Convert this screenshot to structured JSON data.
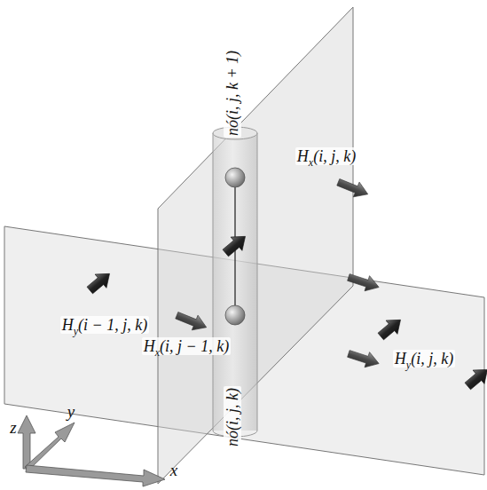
{
  "diagram": {
    "labels": [
      "nó(i, j, k + 1)",
      "Hx(i, j, k)",
      "Hy(i − 1, j, k)",
      "Hy(i, j, k)",
      "Hx(i, j − 1, k)",
      "nó(i, j, k)",
      "z",
      "y",
      "x"
    ]
  }
}
